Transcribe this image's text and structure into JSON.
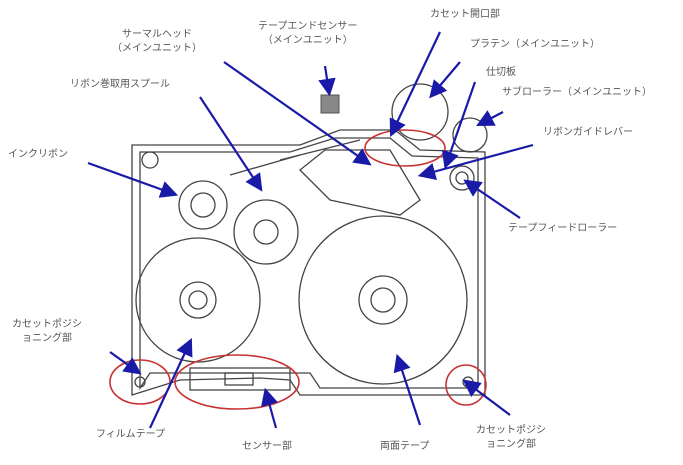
{
  "colors": {
    "arrow": "#1a1aa8",
    "highlight": "#c83232",
    "line": "#444444",
    "sensor": "#888888"
  },
  "labels": {
    "tape_end_sensor": {
      "l1": "テープエンドセンサー",
      "l2": "（メインユニット）"
    },
    "cassette_opening": "カセット開口部",
    "thermal_head": {
      "l1": "サーマルヘッド",
      "l2": "（メインユニット）"
    },
    "platen": "プラテン（メインユニット）",
    "partition": "仕切板",
    "ribbon_spool": "リボン巻取用スプール",
    "sub_roller": "サブローラー（メインユニット）",
    "ink_ribbon": "インクリボン",
    "ribbon_guide_lever": "リボンガイドレバー",
    "tape_feed_roller": "テープフィードローラー",
    "positioning_left": {
      "l1": "カセットポジシ",
      "l2": "ョニング部"
    },
    "film_tape": "フィルムテープ",
    "sensor_part": "センサー部",
    "double_tape": "両面テープ",
    "positioning_right": {
      "l1": "カセットポジシ",
      "l2": "ョニング部"
    }
  }
}
